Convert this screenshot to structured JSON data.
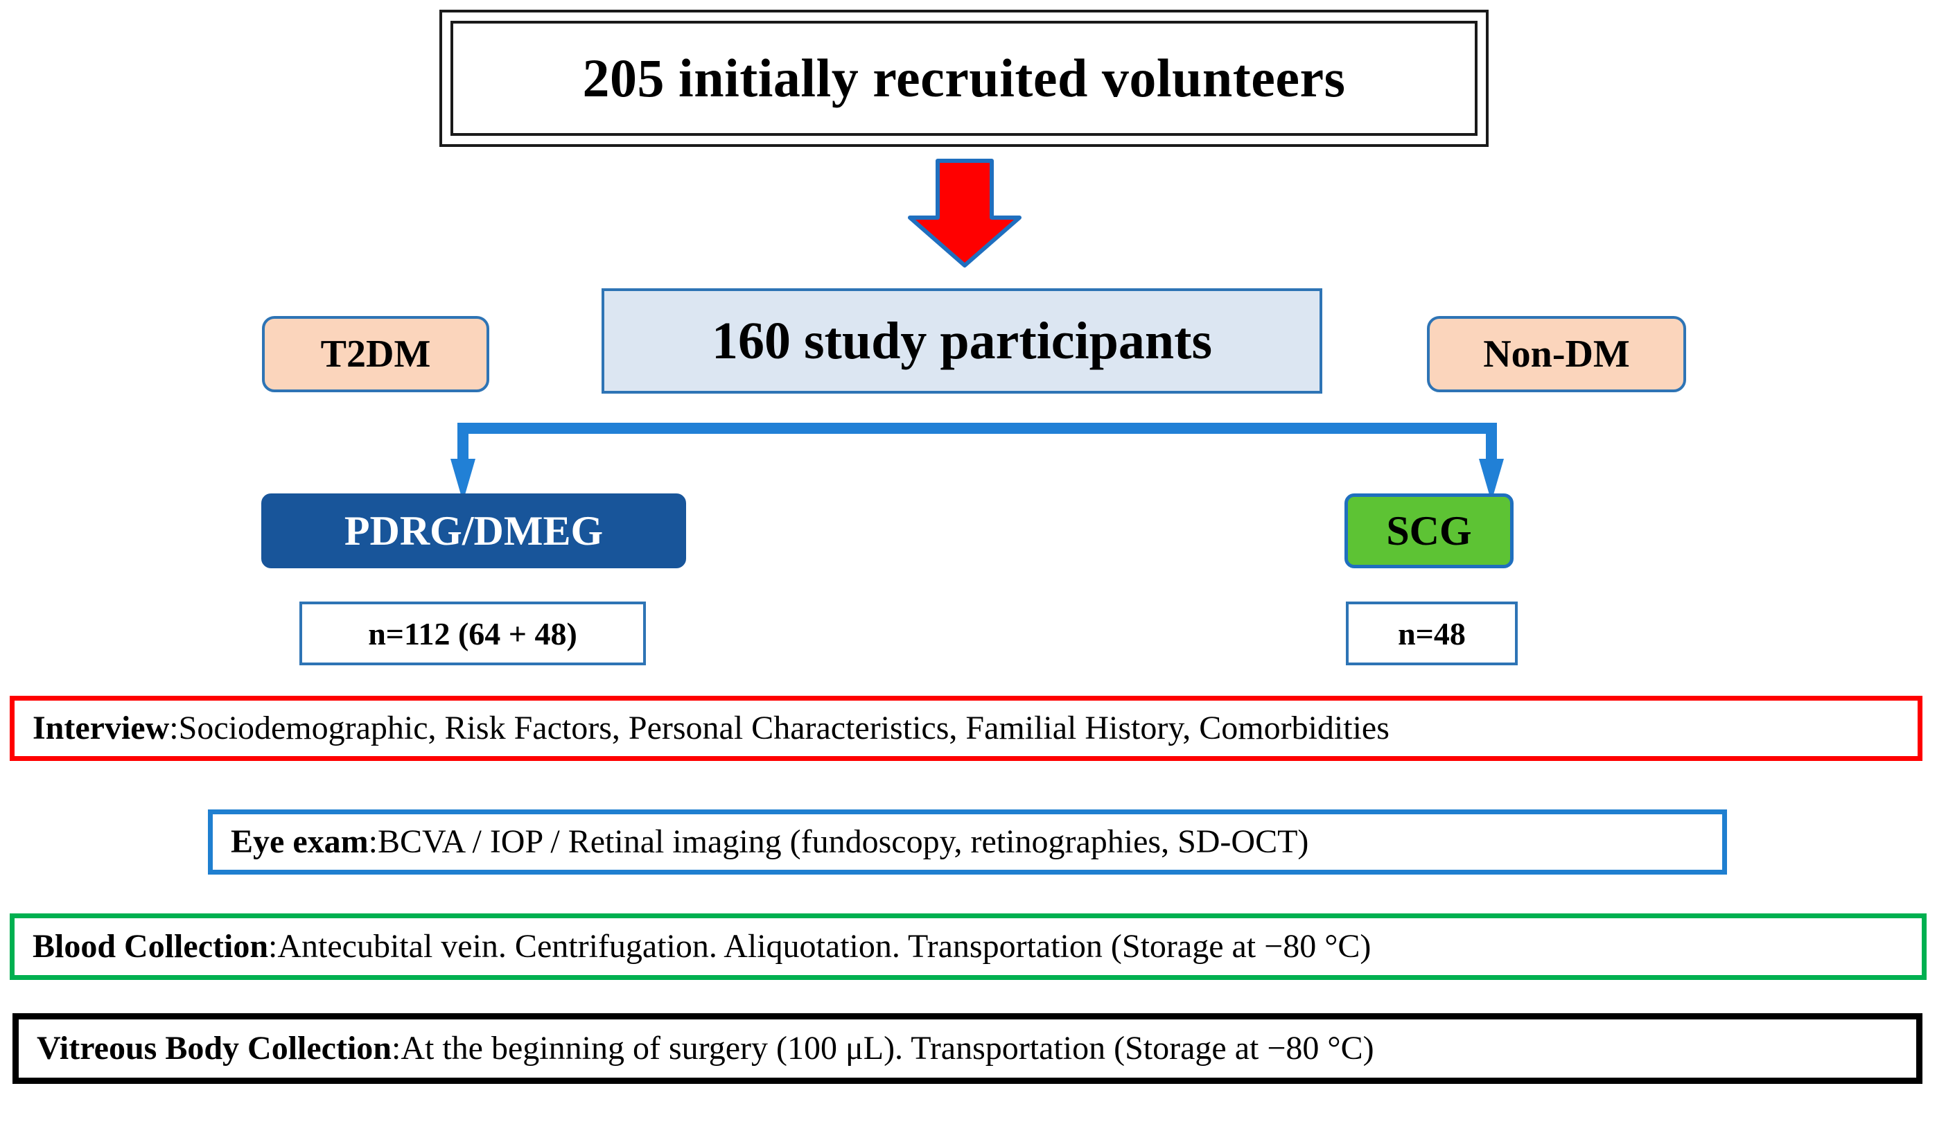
{
  "figure": {
    "type": "study-flow-diagram",
    "background": "#ffffff"
  },
  "top_box": {
    "label": "205 initially recruited volunteers",
    "border_color": "#1a1a1a",
    "style": "double-border"
  },
  "arrow": {
    "name": "red-down-arrow",
    "fill": "#FF0000",
    "stroke": "#1F6FBF"
  },
  "cohort_tags": {
    "left": {
      "label": "T2DM",
      "fill": "#FBD5BC",
      "border": "#2E74B5"
    },
    "right": {
      "label": "Non-DM",
      "fill": "#FBD5BC",
      "border": "#2E74B5"
    }
  },
  "participants_box": {
    "label": "160 study participants",
    "fill": "#DCE6F2",
    "border": "#2E74B5"
  },
  "connector": {
    "color": "#2180D6",
    "arrow_count": 2
  },
  "groups": [
    {
      "label": "PDRG/DMEG",
      "fill": "#18559A",
      "text_color": "#FFFFFF",
      "n_label": "n=112 (64 + 48)"
    },
    {
      "label": "SCG",
      "fill": "#5DC334",
      "text_color": "#000000",
      "n_label": "n=48"
    }
  ],
  "procedures": [
    {
      "name": "interview",
      "lead": "Interview",
      "separator": ": ",
      "detail": "Sociodemographic, Risk Factors, Personal Characteristics, Familial History, Comorbidities",
      "border_color": "#FF0000"
    },
    {
      "name": "eye-exam",
      "lead": "Eye exam",
      "separator": ": ",
      "detail": "BCVA / IOP / Retinal imaging (fundoscopy, retinographies, SD-OCT)",
      "border_color": "#1F7FD0"
    },
    {
      "name": "blood-collection",
      "lead": "Blood Collection",
      "separator": ": ",
      "detail": "Antecubital vein. Centrifugation. Aliquotation. Transportation (Storage at −80 °C)",
      "border_color": "#00B050"
    },
    {
      "name": "vitreous-body-collection",
      "lead": "Vitreous Body Collection",
      "separator": ": ",
      "detail": "At the beginning of surgery (100 μL). Transportation (Storage at −80 °C)",
      "border_color": "#000000"
    }
  ]
}
